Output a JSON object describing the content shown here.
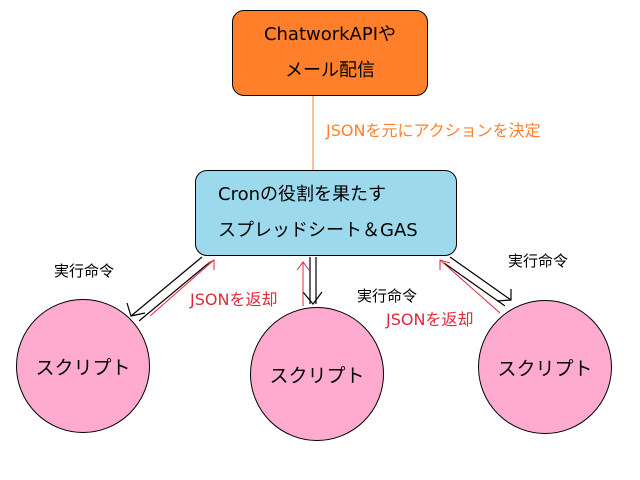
{
  "top_box": {
    "line1": "ChatworkAPIや",
    "line2": "メール配信"
  },
  "mid_box": {
    "line1": "Cronの役割を果たす",
    "line2": "スプレッドシート＆GAS"
  },
  "edge_labels": {
    "json_action": "JSONを元にアクションを決定",
    "exec_left": "実行命令",
    "exec_center": "実行命令",
    "exec_right": "実行命令",
    "return_left": "JSONを返却",
    "return_right": "JSONを返却"
  },
  "scripts": {
    "left": "スクリプト",
    "center": "スクリプト",
    "right": "スクリプト"
  },
  "colors": {
    "top_box": "#FF7F2A",
    "mid_box": "#9CD9EC",
    "script_circle": "#FFAACF",
    "return_arrow": "#E0283A",
    "action_arrow": "#FF7F2A",
    "command_arrow": "#000000"
  }
}
